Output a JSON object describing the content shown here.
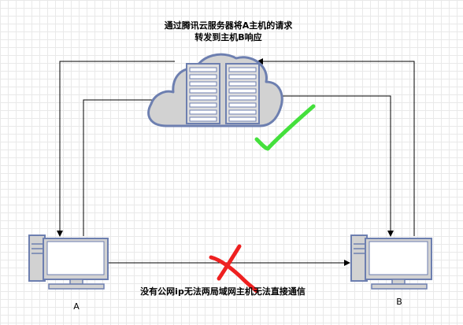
{
  "top_note": {
    "line1": "通过腾讯云服务器将A主机的请求",
    "line2": "转发到主机B响应"
  },
  "bottom_note": "没有公网ip无法两局域网主机无法直接通信",
  "host_a_label": "A",
  "host_b_label": "B",
  "colors": {
    "check": "#44e03c",
    "cross": "#ee2020",
    "device_stroke": "#6d7fb0",
    "device_fill": "#d2d2d2",
    "screen": "#ffffff"
  }
}
